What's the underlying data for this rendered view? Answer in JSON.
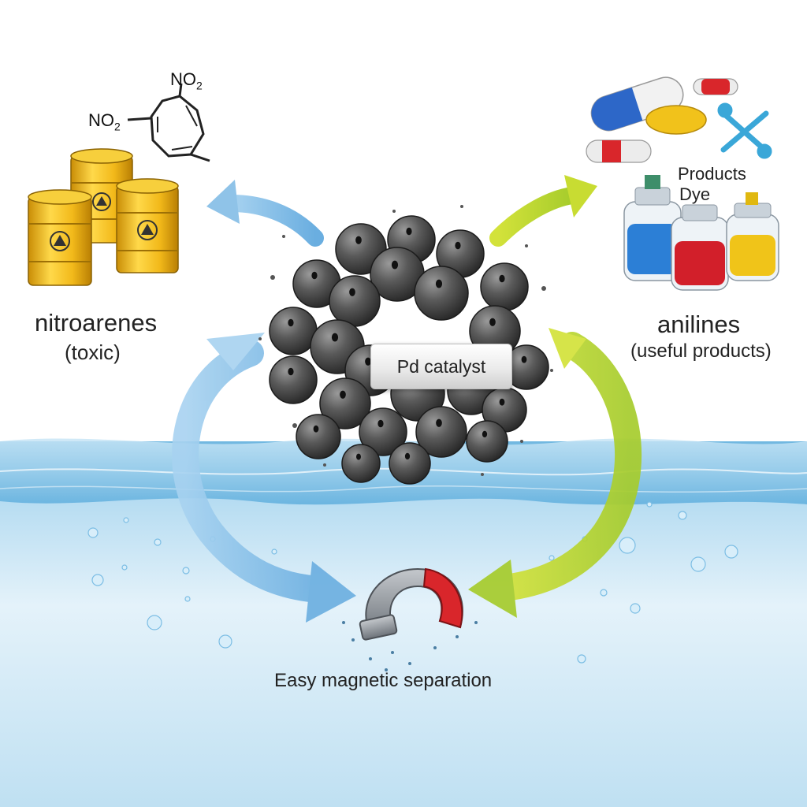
{
  "left": {
    "title": "nitroarenes",
    "subtitle": "(toxic)",
    "substituent_top": "NO",
    "substituent_left": "NO",
    "subscript": "2"
  },
  "right": {
    "title": "anilines",
    "subtitle": "(useful products)",
    "product_label": "Products",
    "dye_label": "Dye"
  },
  "center": {
    "catalyst_label": "Pd catalyst"
  },
  "bottom": {
    "separation_label": "Easy magnetic separation"
  },
  "colors": {
    "blue_arrow": "#8fc3e8",
    "green_arrow": "#b8d430",
    "water": "#bfe0f2",
    "barrel": "#e8b41c",
    "magnet_red": "#d9262b",
    "magnet_gray": "#8a8f96"
  }
}
